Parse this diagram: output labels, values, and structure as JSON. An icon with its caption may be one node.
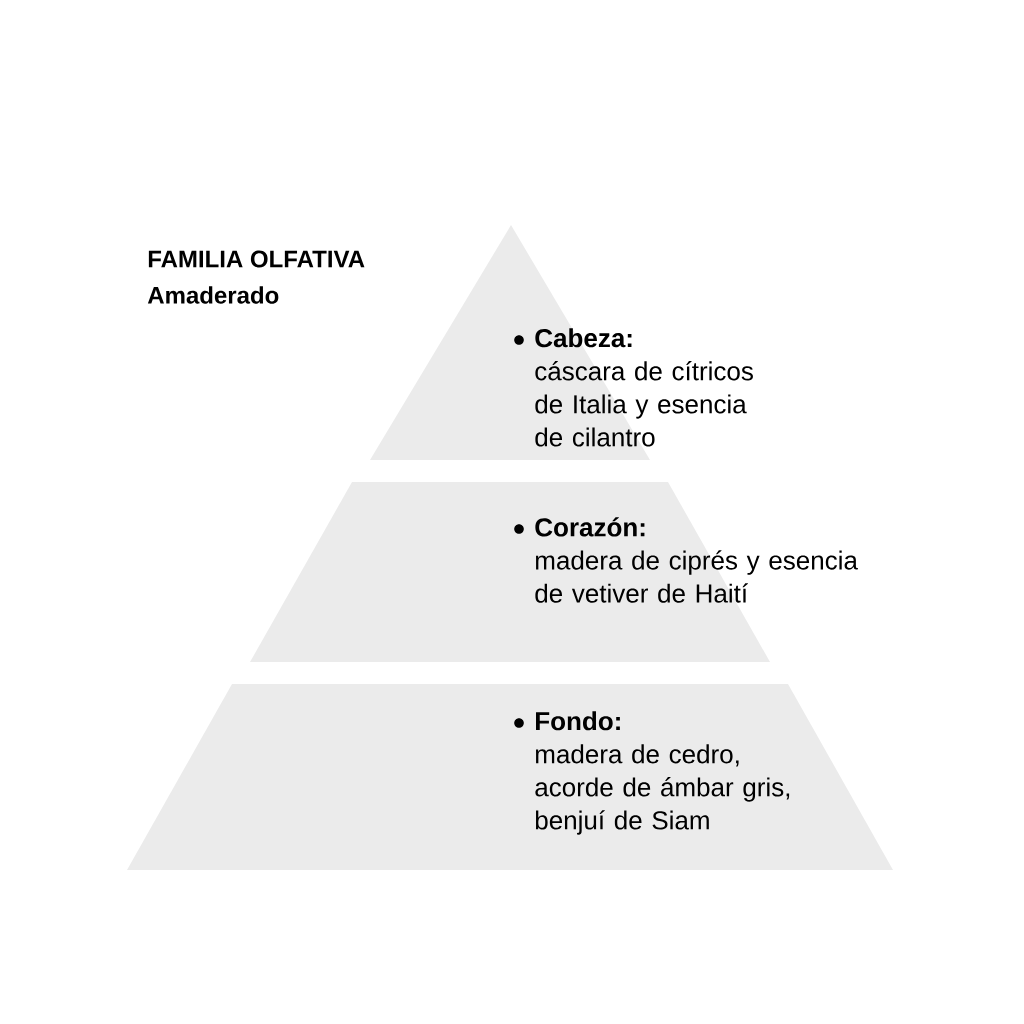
{
  "diagram": {
    "title": "FAMILIA OLFATIVA",
    "nodes": [
      {
        "text": [
          "Cabeza:",
          "cáscara de cítricos de Italia y esencia de cilantro"
        ]
      },
      {
        "text": [
          "Corazón:",
          "madera de ciprés y esencia de vetiver de Haití"
        ]
      },
      {
        "text": [
          "Fondo:",
          "madera de cedro, acorde de ámbar gris, benjuí de Siam"
        ]
      }
    ],
    "labels": [
      "Amaderado"
    ]
  }
}
